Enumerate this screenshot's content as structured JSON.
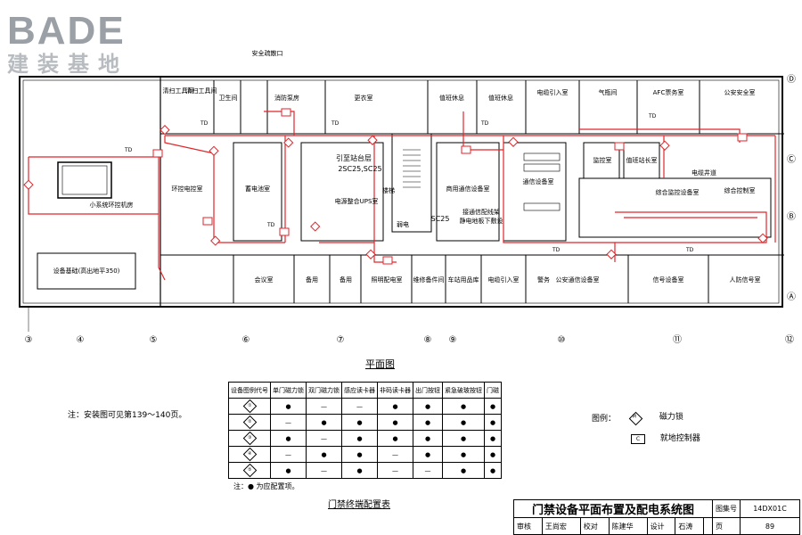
{
  "logo": {
    "main": "BADE",
    "sub": "建装基地"
  },
  "plan": {
    "rooms": [
      {
        "id": "safety-exit",
        "label": "安全疏散口"
      },
      {
        "id": "cleaning",
        "label": "清扫工具间"
      },
      {
        "id": "cleaning2",
        "label": "清扫工具间"
      },
      {
        "id": "toilet",
        "label": "卫生间"
      },
      {
        "id": "firepump",
        "label": "消防泵房"
      },
      {
        "id": "changing",
        "label": "更衣室"
      },
      {
        "id": "duty-rest",
        "label": "值班休息"
      },
      {
        "id": "duty-rest2",
        "label": "值班休息"
      },
      {
        "id": "power-in",
        "label": "电缆引入室"
      },
      {
        "id": "gas",
        "label": "气瓶间"
      },
      {
        "id": "afc",
        "label": "AFC票务室"
      },
      {
        "id": "police",
        "label": "公安安全室"
      },
      {
        "id": "small-ac",
        "label": "小系统环控机房"
      },
      {
        "id": "env-ctrl",
        "label": "环控电控室"
      },
      {
        "id": "battery",
        "label": "蓄电池室"
      },
      {
        "id": "ups",
        "label": "电源整合UPS室"
      },
      {
        "id": "stair",
        "label": "楼梯"
      },
      {
        "id": "weak",
        "label": "弱电"
      },
      {
        "id": "comm-dev",
        "label": "商用通信设备室"
      },
      {
        "id": "comm-dev2",
        "label": "通信设备室"
      },
      {
        "id": "cctv",
        "label": "监控室"
      },
      {
        "id": "station-master",
        "label": "值班站长室"
      },
      {
        "id": "cable-well",
        "label": "电缆井道"
      },
      {
        "id": "integrated",
        "label": "综合监控设备室"
      },
      {
        "id": "integrated-control",
        "label": "综合控制室"
      },
      {
        "id": "equip-base",
        "label": "设备基础(高出地平350)"
      },
      {
        "id": "meeting",
        "label": "会议室"
      },
      {
        "id": "spare1",
        "label": "备用"
      },
      {
        "id": "spare2",
        "label": "备用"
      },
      {
        "id": "lighting",
        "label": "照明配电室"
      },
      {
        "id": "maint",
        "label": "维修备件间"
      },
      {
        "id": "station-office",
        "label": "车站用品库"
      },
      {
        "id": "cable-in2",
        "label": "电缆引入室"
      },
      {
        "id": "police2",
        "label": "公安通信设备室"
      },
      {
        "id": "signal",
        "label": "信号设备室"
      },
      {
        "id": "civil",
        "label": "人防信号室"
      },
      {
        "id": "dispatch",
        "label": "警务"
      }
    ],
    "notes": [
      {
        "id": "ups-cable",
        "label": "引至站台层"
      },
      {
        "id": "ups-cable2",
        "label": "2SC25,SC25"
      },
      {
        "id": "sc25",
        "label": "SC25"
      },
      {
        "id": "access-line",
        "label": "接通信配线架"
      },
      {
        "id": "access-line2",
        "label": "静电地板下敷设"
      }
    ],
    "td_label": "TD",
    "axis_cols": [
      "③",
      "④",
      "⑤",
      "⑥",
      "⑦",
      "⑧",
      "⑨",
      "⑩",
      "⑪",
      "⑫"
    ],
    "axis_rows": [
      "Ⓓ",
      "Ⓒ",
      "Ⓑ",
      "Ⓐ"
    ]
  },
  "captions": {
    "plan_title": "平面图",
    "note_install": "注：安装图可见第139～140页。",
    "note_dot": "注：● 为应配置项。",
    "table_title": "门禁终端配置表"
  },
  "config_table": {
    "headers": [
      "设备图例代号",
      "单门磁力锁",
      "双门磁力锁",
      "感应读卡器",
      "非码读卡器",
      "出门按钮",
      "紧急破玻按钮",
      "门磁"
    ],
    "rows": [
      {
        "code": "①",
        "cells": [
          "●",
          "—",
          "—",
          "●",
          "●",
          "●",
          "●"
        ]
      },
      {
        "code": "②",
        "cells": [
          "—",
          "●",
          "●",
          "●",
          "●",
          "●",
          "●"
        ]
      },
      {
        "code": "③",
        "cells": [
          "●",
          "—",
          "●",
          "●",
          "●",
          "●",
          "●"
        ]
      },
      {
        "code": "④",
        "cells": [
          "—",
          "●",
          "●",
          "—",
          "●",
          "●",
          "●"
        ]
      },
      {
        "code": "⑤",
        "cells": [
          "●",
          "—",
          "●",
          "—",
          "—",
          "●",
          "●"
        ]
      }
    ]
  },
  "legend": {
    "title": "图例：",
    "items": [
      {
        "symbol": "M",
        "label": "磁力锁"
      },
      {
        "symbol": "C",
        "label": "就地控制器"
      }
    ]
  },
  "title_block": {
    "title": "门禁设备平面布置及配电系统图",
    "atlas_label": "图集号",
    "atlas_no": "14DX01C",
    "page_label": "页",
    "page_no": "89",
    "review_label": "审核",
    "review_name": "王尚宏",
    "check_label": "校对",
    "check_name": "陈建华",
    "design_label": "设计",
    "design_name": "石涛"
  },
  "colors": {
    "wire": "#e0262b",
    "line": "#000000",
    "logo": "#9aa0a6"
  }
}
